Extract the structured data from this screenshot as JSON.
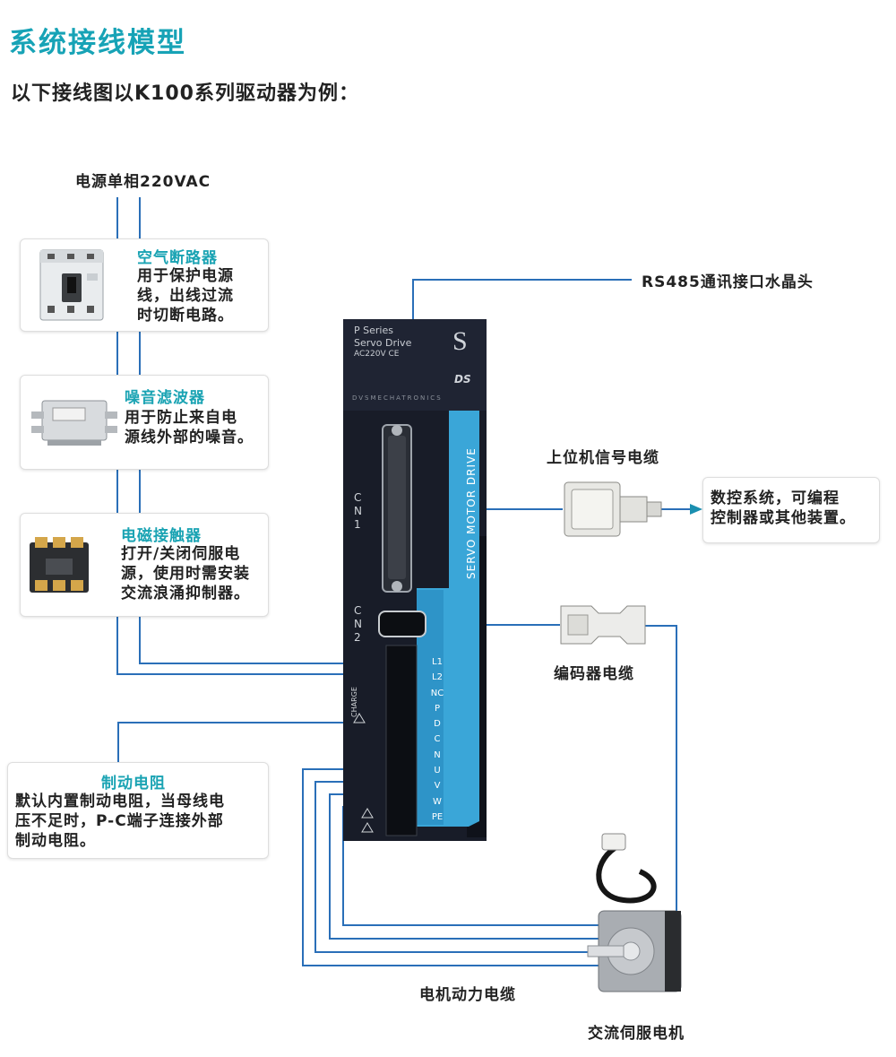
{
  "page": {
    "title": "系统接线模型",
    "subtitle": "以下接线图以K100系列驱动器为例："
  },
  "labels": {
    "power": "电源单相220VAC",
    "rs485": "RS485通讯接口水晶头",
    "host_cable": "上位机信号电缆",
    "encoder_cable": "编码器电缆",
    "motor_power_cable": "电机动力电缆",
    "motor": "交流伺服电机"
  },
  "cards": {
    "breaker": {
      "title": "空气断路器",
      "lines": [
        "用于保护电源",
        "线，出线过流",
        "时切断电路。"
      ]
    },
    "filter": {
      "title": "噪音滤波器",
      "lines": [
        "用于防止来自电",
        "源线外部的噪音。"
      ]
    },
    "contactor": {
      "title": "电磁接触器",
      "lines": [
        "打开/关闭伺服电",
        "源，使用时需安装",
        "交流浪涌抑制器。"
      ]
    },
    "brake": {
      "title": "制动电阻",
      "lines": [
        "默认内置制动电阻，当母线电",
        "压不足时，P-C端子连接外部",
        "制动电阻。"
      ]
    },
    "cnc": {
      "lines": [
        "数控系统，可编程",
        "控制器或其他装置。"
      ]
    }
  },
  "drive": {
    "series": "P Series",
    "type": "Servo Drive",
    "rating": "AC220V",
    "cert": "CE",
    "logo": "S",
    "brand_mark": "DS",
    "maker": "DVSMECHATRONICS",
    "side_text": "SERVO MOTOR DRIVE",
    "cn1": "CN1",
    "cn2": "CN2",
    "charge": "CHARGE",
    "terminals": [
      "L1",
      "L2",
      "NC",
      "P",
      "D",
      "C",
      "N",
      "U",
      "V",
      "W",
      "PE"
    ]
  },
  "colors": {
    "accent": "#17a3b6",
    "wire": "#2a6fb8",
    "drive_body": "#1b2130",
    "drive_stripe": "#3aa6d8"
  },
  "icons": [
    "circuit-breaker-icon",
    "noise-filter-icon",
    "contactor-icon",
    "db25-connector-icon",
    "encoder-connector-icon",
    "servo-motor-icon",
    "arrow-right-icon"
  ]
}
